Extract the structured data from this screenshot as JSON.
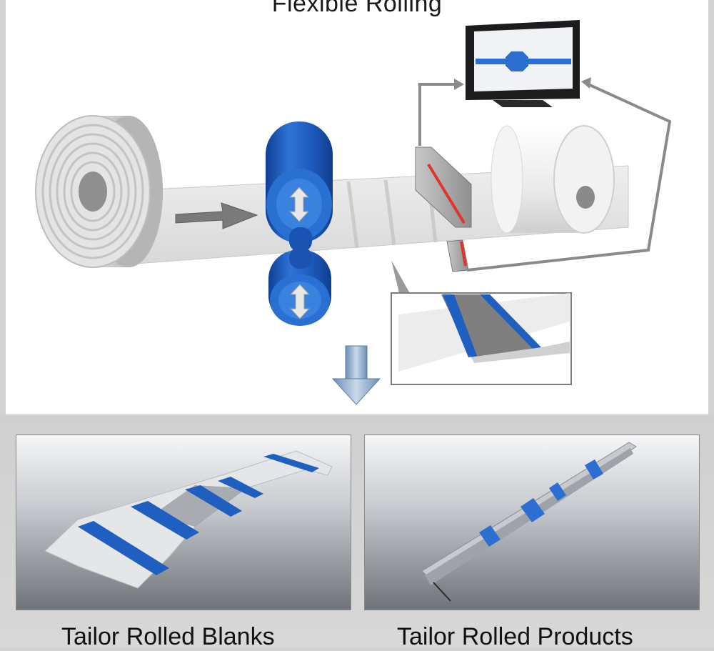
{
  "title": "Flexible Rolling",
  "products": [
    {
      "label": "Tailor Rolled Blanks"
    },
    {
      "label": "Tailor Rolled Products"
    }
  ],
  "colors": {
    "roller_blue": "#1f5fbf",
    "marker_red": "#e0352b",
    "panel_bg": "#ffffff",
    "frame_bg": "#d2d2d2"
  },
  "icons": [
    "feed-arrow-icon",
    "vertical-adjust-arrow-icon",
    "down-arrow-icon",
    "monitor-icon"
  ]
}
